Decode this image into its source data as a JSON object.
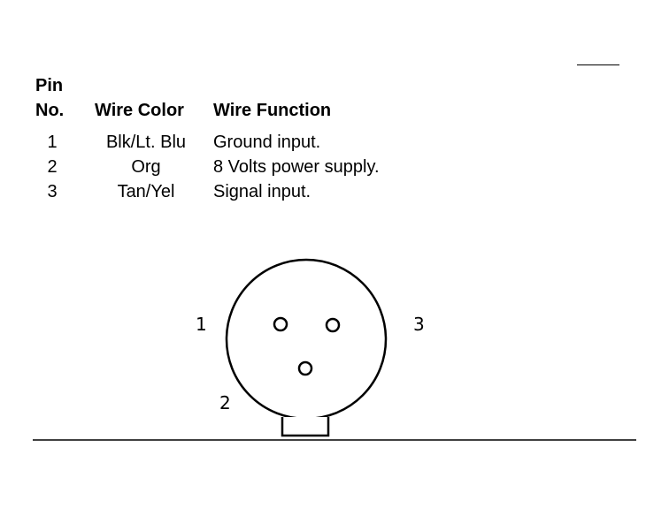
{
  "table": {
    "headers": {
      "pin_line1": "Pin",
      "pin_line2": "No.",
      "wire_color": "Wire Color",
      "wire_function": "Wire Function"
    },
    "rows": [
      {
        "pin": "1",
        "color": "Blk/Lt. Blu",
        "function": "Ground input."
      },
      {
        "pin": "2",
        "color": "Org",
        "function": "8 Volts power supply."
      },
      {
        "pin": "3",
        "color": "Tan/Yel",
        "function": "Signal input."
      }
    ]
  },
  "diagram": {
    "labels": {
      "pin1": "1",
      "pin2": "2",
      "pin3": "3"
    }
  }
}
